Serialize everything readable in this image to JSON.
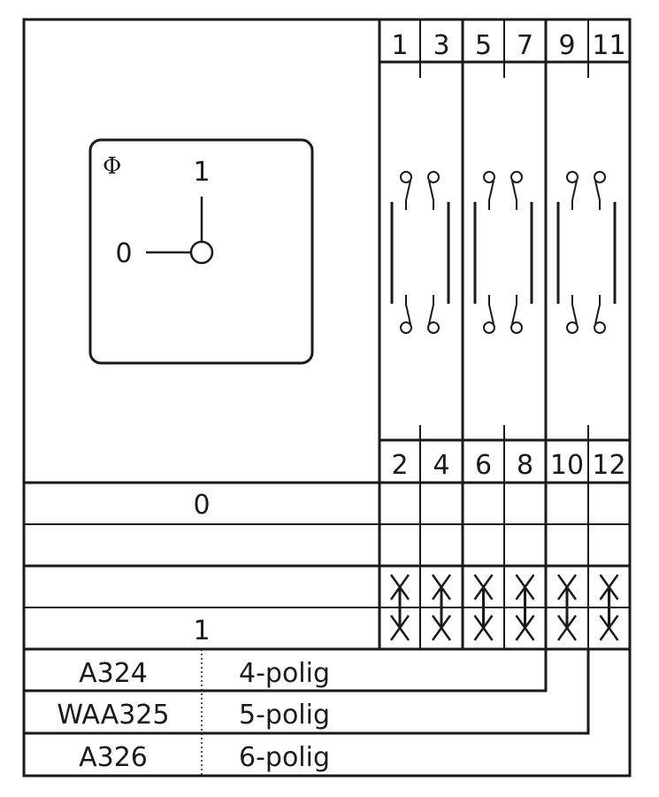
{
  "dial": {
    "symbol": "Φ",
    "position_on": "1",
    "position_off": "0"
  },
  "terminals_top": [
    "1",
    "3",
    "5",
    "7",
    "9",
    "11"
  ],
  "terminals_bottom": [
    "2",
    "4",
    "6",
    "8",
    "10",
    "12"
  ],
  "positions": [
    {
      "label": "0",
      "closed": [
        false,
        false,
        false,
        false,
        false,
        false
      ]
    },
    {
      "label": "1",
      "closed": [
        true,
        true,
        true,
        true,
        true,
        true
      ]
    }
  ],
  "variants": [
    {
      "code": "A324",
      "poles": "4-polig"
    },
    {
      "code": "WAA325",
      "poles": "5-polig"
    },
    {
      "code": "A326",
      "poles": "6-polig"
    }
  ]
}
